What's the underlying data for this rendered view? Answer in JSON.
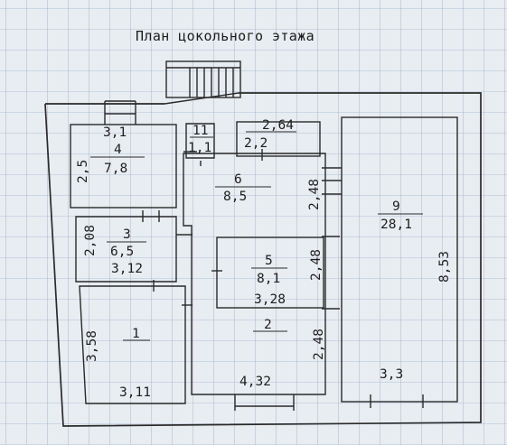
{
  "title": "План цокольного этажа",
  "labels": {
    "r4_num": "4",
    "r4_area": "7,8",
    "r4_dim_top": "3,1",
    "r4_dim_side": "2,5",
    "r11_num": "11",
    "r11_area": "1,1",
    "r264_top": "2,64",
    "r264_bottom": "2,2",
    "r6_num": "6",
    "r6_area": "8,5",
    "r6_dim_side": "2,48",
    "r9_num": "9",
    "r9_area": "28,1",
    "r9_dim_side": "8,53",
    "r9_dim_bottom": "3,3",
    "r3_num": "3",
    "r3_area": "6,5",
    "r3_dim_side": "2,08",
    "r3_dim_bottom": "3,12",
    "r5_num": "5",
    "r5_area": "8,1",
    "r5_dim_side": "2,48",
    "r5_dim_bottom": "3,28",
    "r2_num": "2",
    "r2_dim_side": "2,48",
    "r2_dim_bottom": "4,32",
    "r1_num": "1",
    "r1_dim_side": "3,58",
    "r1_dim_bottom": "3,11"
  }
}
